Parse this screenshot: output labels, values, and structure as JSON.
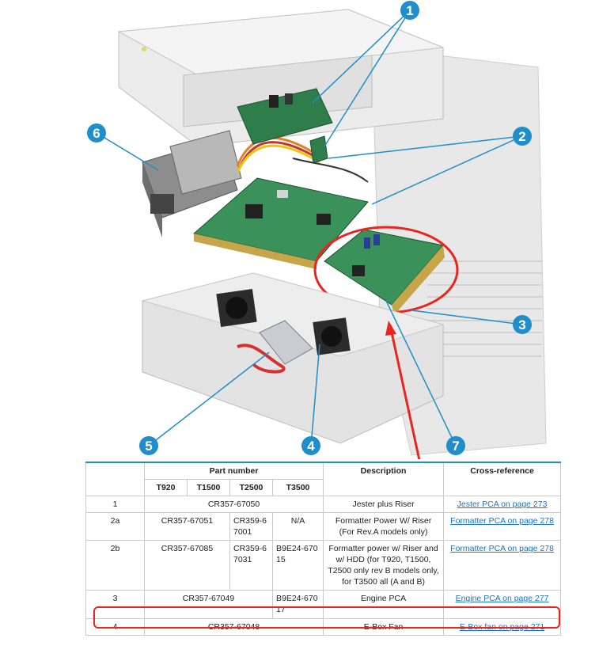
{
  "callouts": [
    {
      "id": "1",
      "label": "1"
    },
    {
      "id": "2",
      "label": "2"
    },
    {
      "id": "3",
      "label": "3"
    },
    {
      "id": "4",
      "label": "4"
    },
    {
      "id": "5",
      "label": "5"
    },
    {
      "id": "6",
      "label": "6"
    },
    {
      "id": "7",
      "label": "7"
    }
  ],
  "colors": {
    "callout_fill": "#1f8ecb",
    "highlight": "#e8261e",
    "link": "#1a73c9",
    "header_rule": "#1f8ecb"
  },
  "table": {
    "header": {
      "part_number": "Part number",
      "description": "Description",
      "cross_reference": "Cross-reference",
      "models": [
        "T920",
        "T1500",
        "T2500",
        "T3500"
      ]
    },
    "rows": [
      {
        "ref": "1",
        "pn_all": "CR357-67050",
        "description": "Jester plus Riser",
        "xref": "Jester PCA on page 273"
      },
      {
        "ref": "2a",
        "pn_a": "CR357-67051",
        "pn_b": "CR359-6 7001",
        "pn_c": "N/A",
        "description": "Formatter Power W/ Riser (For Rev.A models only)",
        "xref": "Formatter PCA on page 278"
      },
      {
        "ref": "2b",
        "pn_a": "CR357-67085",
        "pn_b": "CR359-6 7031",
        "pn_c": "B9E24-670 15",
        "description": "Formatter power w/ Riser and w/ HDD (for T920, T1500, T2500 only rev B models only, for T3500 all (A and B)",
        "xref": "Formatter PCA on page 278"
      },
      {
        "ref": "3",
        "pn_a": "CR357-67049",
        "pn_c": "B9E24-670 17",
        "description": "Engine PCA",
        "xref": "Engine PCA on page 277"
      },
      {
        "ref": "4",
        "pn_all": "CR357-67048",
        "description": "E-Box Fan",
        "xref": "E-Box fan on page 271"
      }
    ]
  }
}
